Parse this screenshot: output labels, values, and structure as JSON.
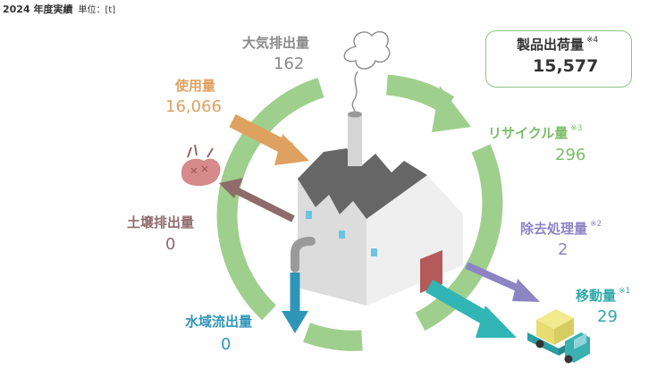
{
  "header": {
    "year_label": "2024 年度実績",
    "unit_label": "単位：[t]"
  },
  "colors": {
    "cycle": "#9fcf8c",
    "usage": "#dfa15f",
    "air": "#8a8a8a",
    "soil": "#8f6b6b",
    "water": "#2f95b8",
    "removal": "#8d84c4",
    "transfer": "#31b5b5",
    "product_border": "#8cc57e",
    "recycle": "#7bbd6a"
  },
  "items": {
    "product": {
      "label": "製品出荷量",
      "note": "※4",
      "value": "15,577"
    },
    "air": {
      "label": "大気排出量",
      "value": "162"
    },
    "usage": {
      "label": "使用量",
      "value": "16,066"
    },
    "recycle": {
      "label": "リサイクル量",
      "note": "※3",
      "value": "296"
    },
    "soil": {
      "label": "土壌排出量",
      "value": "0"
    },
    "removal": {
      "label": "除去処理量",
      "note": "※2",
      "value": "2"
    },
    "transfer": {
      "label": "移動量",
      "note": "※1",
      "value": "29"
    },
    "water": {
      "label": "水域流出量",
      "value": "0"
    }
  }
}
